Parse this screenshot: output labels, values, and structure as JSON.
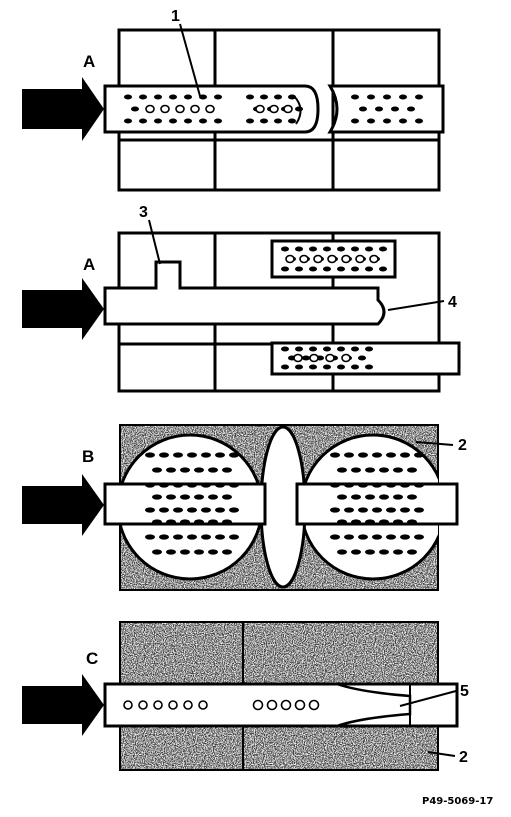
{
  "figure": {
    "reference_code": "P49-5069-17",
    "panels": [
      {
        "id": "1",
        "letter": "A",
        "callouts": [
          "1"
        ]
      },
      {
        "id": "2",
        "letter": "A",
        "callouts": [
          "3",
          "4"
        ]
      },
      {
        "id": "3",
        "letter": "B",
        "callouts": [
          "2"
        ]
      },
      {
        "id": "4",
        "letter": "C",
        "callouts": [
          "5",
          "2"
        ]
      }
    ]
  },
  "colors": {
    "ink": "#000000",
    "paper": "#ffffff",
    "stipple_base": "#3a3a3a"
  },
  "icons": [
    "flow-arrow-icon",
    "pore-icon"
  ]
}
